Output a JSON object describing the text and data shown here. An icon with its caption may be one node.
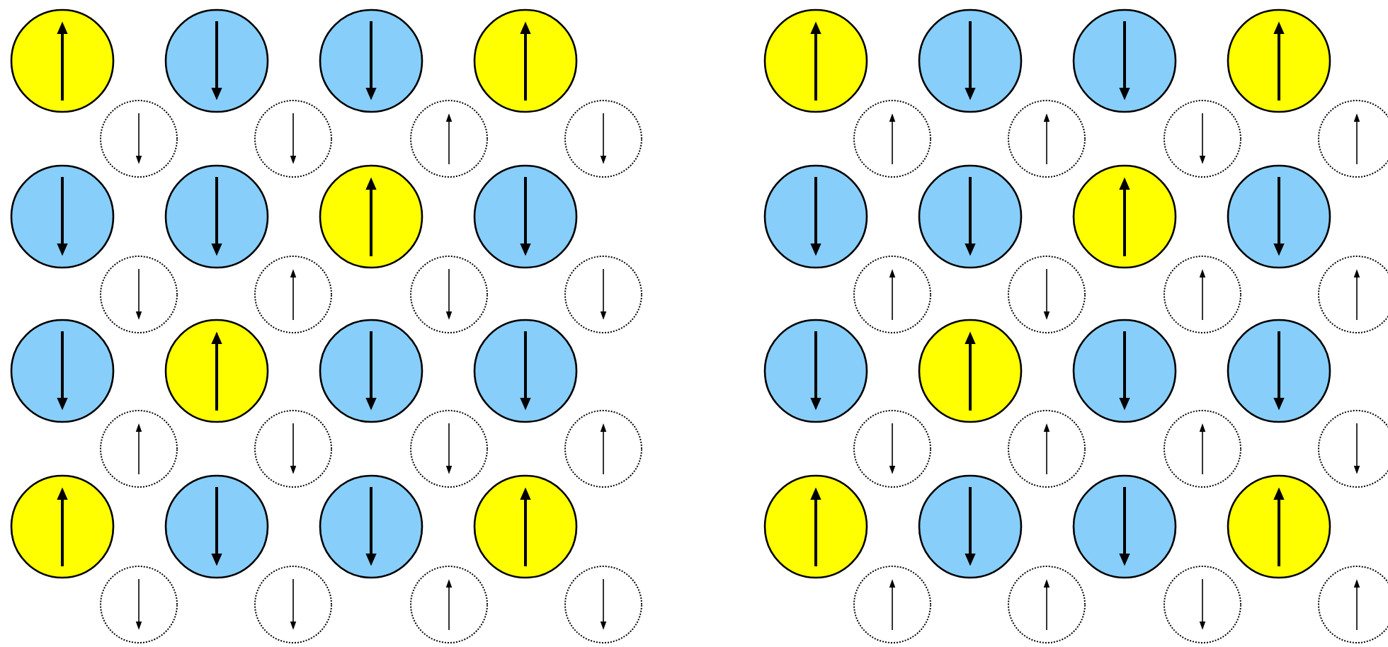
{
  "diagram": {
    "nodes": [
      {
        "text": [],
        "shape": "circle"
      },
      {
        "text": [],
        "shape": "circle"
      },
      {
        "text": [],
        "shape": "circle"
      },
      {
        "text": [],
        "shape": "circle"
      },
      {
        "text": [],
        "shape": "circle"
      },
      {
        "text": [],
        "shape": "circle"
      },
      {
        "text": [],
        "shape": "circle"
      },
      {
        "text": [],
        "shape": "circle"
      },
      {
        "text": [],
        "shape": "circle"
      },
      {
        "text": [],
        "shape": "circle"
      },
      {
        "text": [],
        "shape": "circle"
      },
      {
        "text": [],
        "shape": "circle"
      },
      {
        "text": [],
        "shape": "circle"
      },
      {
        "text": [],
        "shape": "circle"
      },
      {
        "text": [],
        "shape": "circle"
      },
      {
        "text": [],
        "shape": "circle"
      },
      {
        "text": [],
        "shape": "circle"
      },
      {
        "text": [],
        "shape": "circle"
      },
      {
        "text": [],
        "shape": "circle"
      },
      {
        "text": [],
        "shape": "circle"
      },
      {
        "text": [],
        "shape": "circle"
      },
      {
        "text": [],
        "shape": "circle"
      },
      {
        "text": [],
        "shape": "circle"
      },
      {
        "text": [],
        "shape": "circle"
      },
      {
        "text": [],
        "shape": "circle"
      },
      {
        "text": [],
        "shape": "circle"
      },
      {
        "text": [],
        "shape": "circle"
      },
      {
        "text": [],
        "shape": "circle"
      },
      {
        "text": [],
        "shape": "circle"
      },
      {
        "text": [],
        "shape": "circle"
      },
      {
        "text": [],
        "shape": "circle"
      },
      {
        "text": [],
        "shape": "circle"
      },
      {
        "text": [],
        "shape": "circle"
      },
      {
        "text": [],
        "shape": "circle"
      },
      {
        "text": [],
        "shape": "circle"
      },
      {
        "text": [],
        "shape": "circle"
      },
      {
        "text": [],
        "shape": "circle"
      },
      {
        "text": [],
        "shape": "circle"
      },
      {
        "text": [],
        "shape": "circle"
      },
      {
        "text": [],
        "shape": "circle"
      },
      {
        "text": [],
        "shape": "circle"
      },
      {
        "text": [],
        "shape": "circle"
      },
      {
        "text": [],
        "shape": "circle"
      },
      {
        "text": [],
        "shape": "circle"
      },
      {
        "text": [],
        "shape": "circle"
      },
      {
        "text": [],
        "shape": "circle"
      },
      {
        "text": [],
        "shape": "circle"
      },
      {
        "text": [],
        "shape": "circle"
      },
      {
        "text": [],
        "shape": "circle"
      },
      {
        "text": [],
        "shape": "circle"
      },
      {
        "text": [],
        "shape": "circle"
      },
      {
        "text": [],
        "shape": "circle"
      },
      {
        "text": [],
        "shape": "circle"
      },
      {
        "text": [],
        "shape": "circle"
      },
      {
        "text": [],
        "shape": "circle"
      },
      {
        "text": [],
        "shape": "circle"
      },
      {
        "text": [],
        "shape": "circle"
      },
      {
        "text": [],
        "shape": "circle"
      },
      {
        "text": [],
        "shape": "circle"
      },
      {
        "text": [],
        "shape": "circle"
      },
      {
        "text": [],
        "shape": "circle"
      },
      {
        "text": [],
        "shape": "circle"
      },
      {
        "text": [],
        "shape": "circle"
      },
      {
        "text": [],
        "shape": "circle"
      }
    ]
  }
}
